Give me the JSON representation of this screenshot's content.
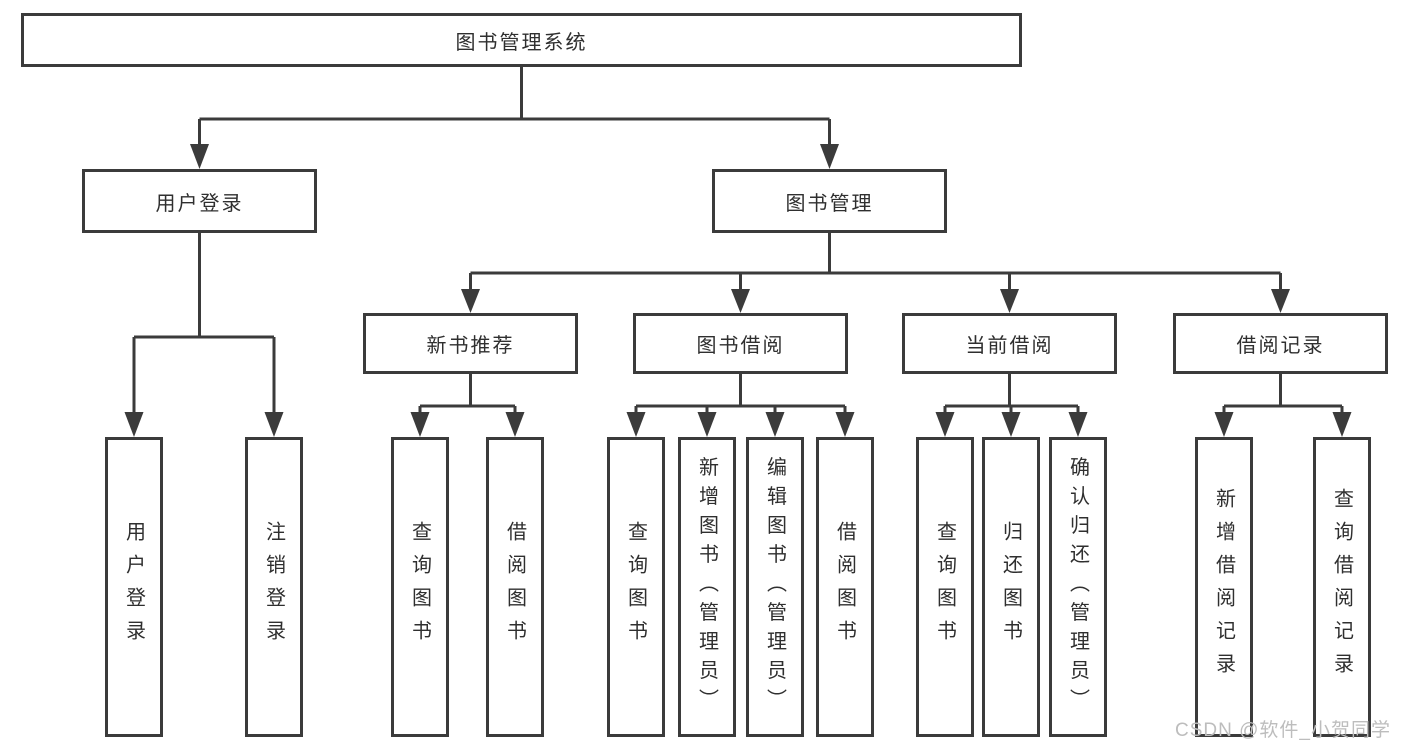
{
  "diagram": {
    "root": {
      "label": "图书管理系统"
    },
    "level2": [
      {
        "label": "用户登录"
      },
      {
        "label": "图书管理"
      }
    ],
    "level3": [
      {
        "label": "新书推荐",
        "parent": "图书管理"
      },
      {
        "label": "图书借阅",
        "parent": "图书管理"
      },
      {
        "label": "当前借阅",
        "parent": "图书管理"
      },
      {
        "label": "借阅记录",
        "parent": "图书管理"
      }
    ],
    "leaves": [
      {
        "label": "用户登录",
        "parent": "用户登录"
      },
      {
        "label": "注销登录",
        "parent": "用户登录"
      },
      {
        "label": "查询图书",
        "parent": "新书推荐"
      },
      {
        "label": "借阅图书",
        "parent": "新书推荐"
      },
      {
        "label": "查询图书",
        "parent": "图书借阅"
      },
      {
        "label": "新增图书（管理员）",
        "parent": "图书借阅"
      },
      {
        "label": "编辑图书（管理员）",
        "parent": "图书借阅"
      },
      {
        "label": "借阅图书",
        "parent": "图书借阅"
      },
      {
        "label": "查询图书",
        "parent": "当前借阅"
      },
      {
        "label": "归还图书",
        "parent": "当前借阅"
      },
      {
        "label": "确认归还（管理员）",
        "parent": "当前借阅"
      },
      {
        "label": "新增借阅记录",
        "parent": "借阅记录"
      },
      {
        "label": "查询借阅记录",
        "parent": "借阅记录"
      }
    ]
  },
  "watermark": {
    "text": "CSDN @软件_小贺同学"
  },
  "colors": {
    "line": "#3b3b3b",
    "text": "#2f2f2f",
    "watermark": "#bdbdbd",
    "background": "#ffffff"
  }
}
